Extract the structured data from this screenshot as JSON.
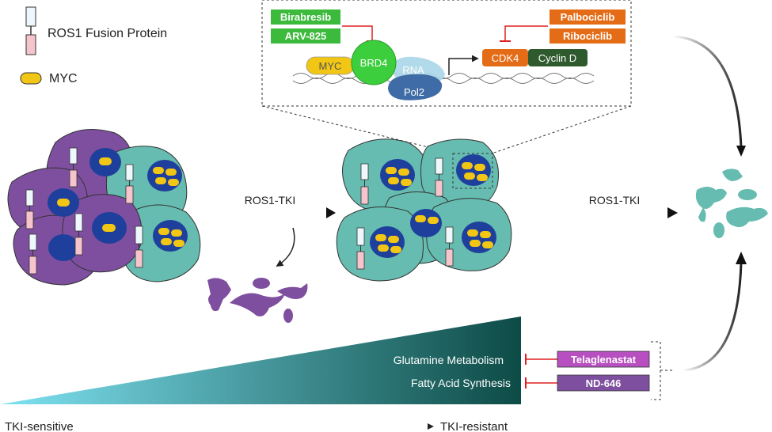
{
  "legend": {
    "fusion_label": "ROS1 Fusion Protein",
    "myc_label": "MYC"
  },
  "inset": {
    "inhibitors_left": [
      "Birabresib",
      "ARV-825"
    ],
    "inhibitors_right": [
      "Palbociclib",
      "Ribociclib"
    ],
    "myc": "MYC",
    "brd4": "BRD4",
    "rna": "RNA",
    "pol2": "Pol2",
    "cdk4": "CDK4",
    "cyclin": "Cyclin D"
  },
  "arrows": {
    "tki_1": "ROS1-TKI",
    "tki_2": "ROS1-TKI"
  },
  "metabolism": {
    "items": [
      "Glutamine Metabolism",
      "Fatty Acid Synthesis"
    ],
    "drugs": [
      "Telaglenastat",
      "ND-646"
    ]
  },
  "axis": {
    "left": "TKI-sensitive",
    "right": "TKI-resistant"
  },
  "colors": {
    "purple_cell": "#7e4f9f",
    "teal_cell": "#66bcb0",
    "nucleus": "#1f3f9c",
    "myc": "#f2c614",
    "green_drug": "#3cba3c",
    "orange_drug": "#e56c16",
    "violet_drug": "#7e4f9f",
    "magenta_drug": "#b84fc0",
    "red_inhibit": "#e02020"
  }
}
